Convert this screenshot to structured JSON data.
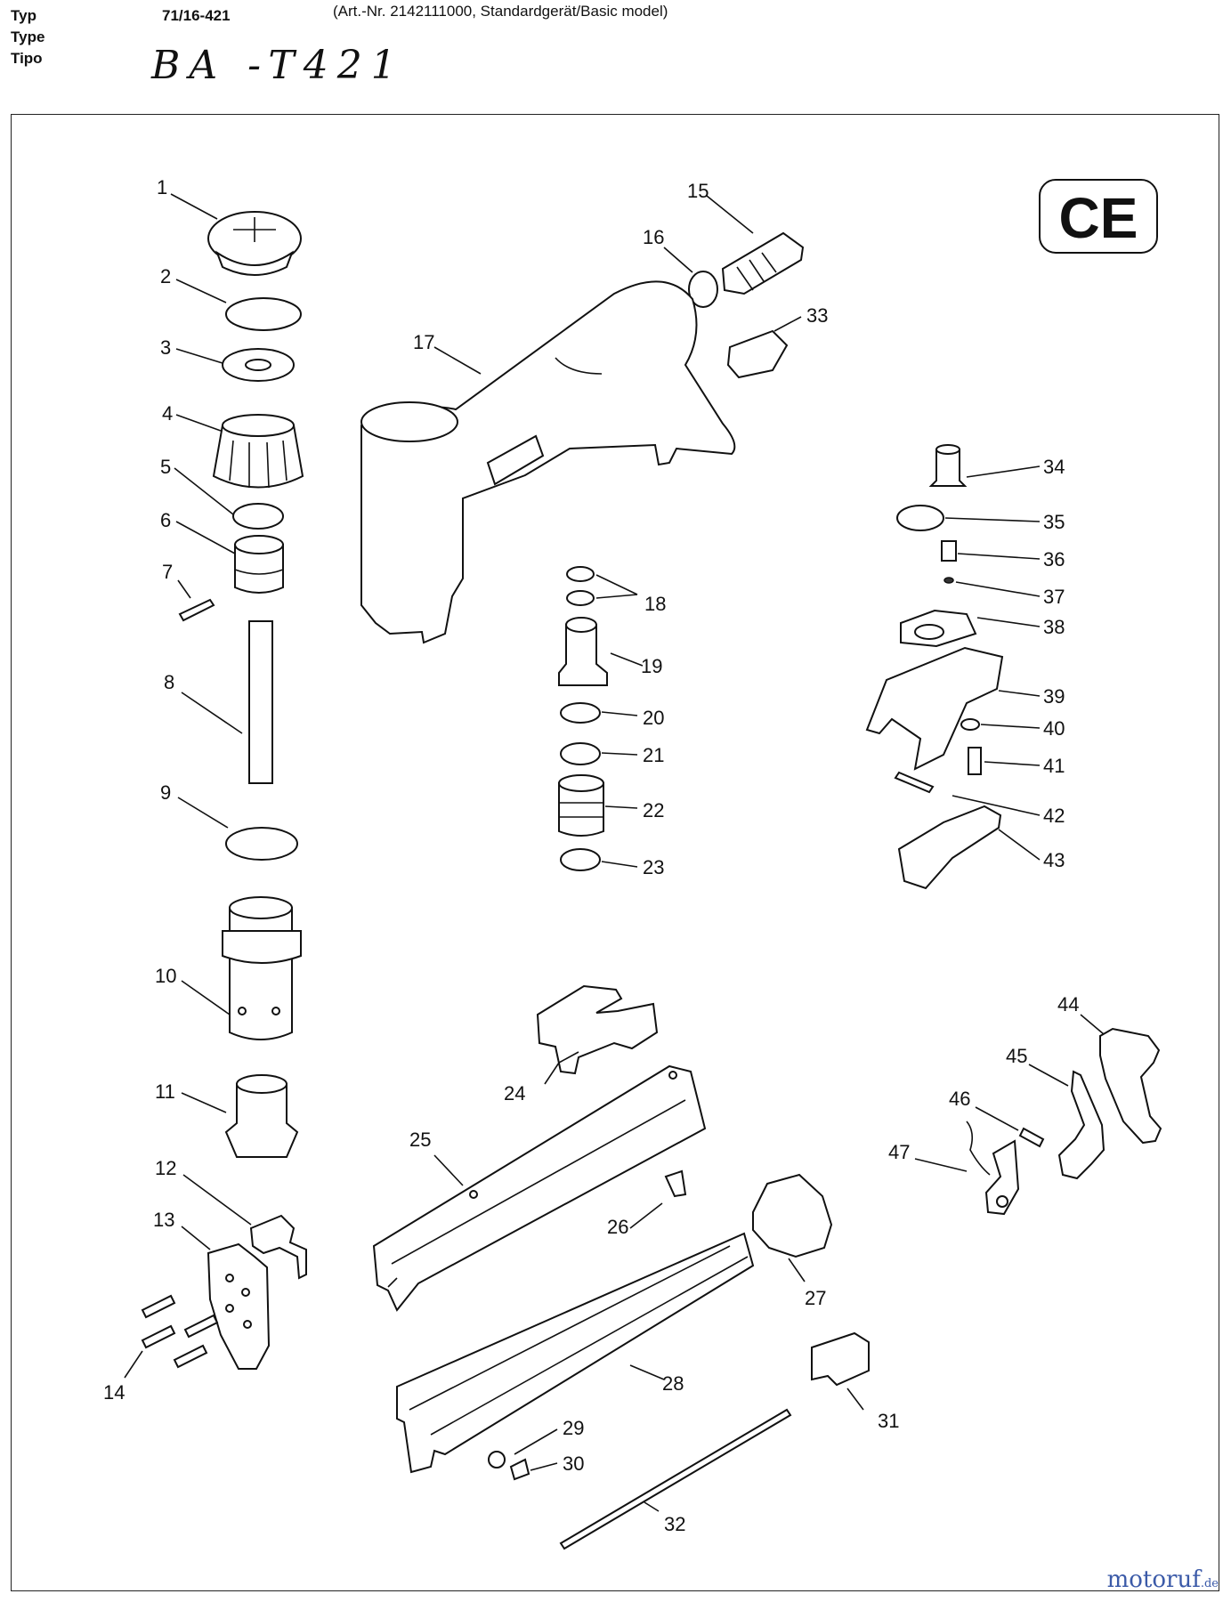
{
  "header": {
    "label_typ": "Typ",
    "label_type": "Type",
    "label_tipo": "Tipo",
    "type_number": "71/16-421",
    "article_note": "(Art.-Nr. 2142111000, Standardgerät/Basic model)",
    "handwritten_model": "BA -T421"
  },
  "ce_mark": "CE",
  "watermark": {
    "brand": "motoruf",
    "suffix": ".de",
    "color": "#3b5aa8"
  },
  "parts": [
    {
      "id": "p1",
      "label": "1"
    },
    {
      "id": "p2",
      "label": "2"
    },
    {
      "id": "p3",
      "label": "3"
    },
    {
      "id": "p4",
      "label": "4"
    },
    {
      "id": "p5",
      "label": "5"
    },
    {
      "id": "p6",
      "label": "6"
    },
    {
      "id": "p7",
      "label": "7"
    },
    {
      "id": "p8",
      "label": "8"
    },
    {
      "id": "p9",
      "label": "9"
    },
    {
      "id": "p10",
      "label": "10"
    },
    {
      "id": "p11",
      "label": "11"
    },
    {
      "id": "p12",
      "label": "12"
    },
    {
      "id": "p13",
      "label": "13"
    },
    {
      "id": "p14",
      "label": "14"
    },
    {
      "id": "p15",
      "label": "15"
    },
    {
      "id": "p16",
      "label": "16"
    },
    {
      "id": "p17",
      "label": "17"
    },
    {
      "id": "p18",
      "label": "18"
    },
    {
      "id": "p19",
      "label": "19"
    },
    {
      "id": "p20",
      "label": "20"
    },
    {
      "id": "p21",
      "label": "21"
    },
    {
      "id": "p22",
      "label": "22"
    },
    {
      "id": "p23",
      "label": "23"
    },
    {
      "id": "p24",
      "label": "24"
    },
    {
      "id": "p25",
      "label": "25"
    },
    {
      "id": "p26",
      "label": "26"
    },
    {
      "id": "p27",
      "label": "27"
    },
    {
      "id": "p28",
      "label": "28"
    },
    {
      "id": "p29",
      "label": "29"
    },
    {
      "id": "p30",
      "label": "30"
    },
    {
      "id": "p31",
      "label": "31"
    },
    {
      "id": "p32",
      "label": "32"
    },
    {
      "id": "p33",
      "label": "33"
    },
    {
      "id": "p34",
      "label": "34"
    },
    {
      "id": "p35",
      "label": "35"
    },
    {
      "id": "p36",
      "label": "36"
    },
    {
      "id": "p37",
      "label": "37"
    },
    {
      "id": "p38",
      "label": "38"
    },
    {
      "id": "p39",
      "label": "39"
    },
    {
      "id": "p40",
      "label": "40"
    },
    {
      "id": "p41",
      "label": "41"
    },
    {
      "id": "p42",
      "label": "42"
    },
    {
      "id": "p43",
      "label": "43"
    },
    {
      "id": "p44",
      "label": "44"
    },
    {
      "id": "p45",
      "label": "45"
    },
    {
      "id": "p46",
      "label": "46"
    },
    {
      "id": "p47",
      "label": "47"
    }
  ]
}
